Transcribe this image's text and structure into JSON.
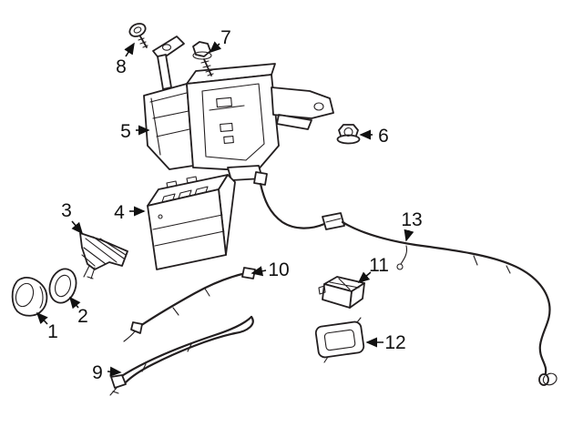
{
  "diagram": {
    "background_color": "#ffffff",
    "line_color": "#231f20",
    "parts": [
      {
        "num": "1"
      },
      {
        "num": "2"
      },
      {
        "num": "3"
      },
      {
        "num": "4"
      },
      {
        "num": "5"
      },
      {
        "num": "6"
      },
      {
        "num": "7"
      },
      {
        "num": "8"
      },
      {
        "num": "9"
      },
      {
        "num": "10"
      },
      {
        "num": "11"
      },
      {
        "num": "12"
      },
      {
        "num": "13"
      }
    ]
  }
}
